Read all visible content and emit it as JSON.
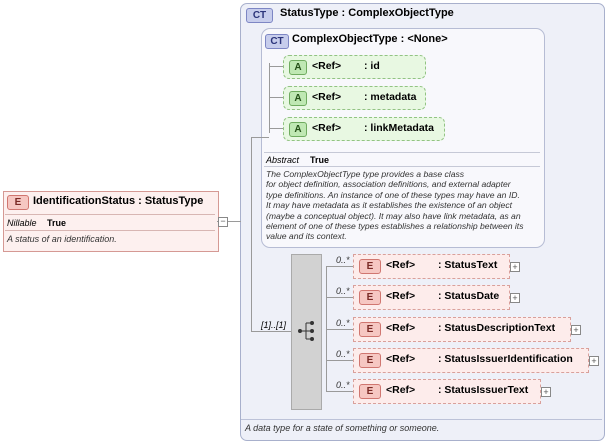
{
  "main_element": {
    "badge": "E",
    "title": "IdentificationStatus : StatusType",
    "nillable_label": "Nillable",
    "nillable_value": "True",
    "description": "A status of an identification."
  },
  "status_type": {
    "badge": "CT",
    "title": "StatusType : ComplexObjectType",
    "footer": "A data type for a state of something or someone."
  },
  "base_type": {
    "badge": "CT",
    "title": "ComplexObjectType : <None>",
    "abstract_label": "Abstract",
    "abstract_value": "True",
    "description_lines": [
      "The ComplexObjectType type provides a base class",
      "for object definition, association definitions, and external adapter",
      "type definitions. An instance of one of these types may have an ID.",
      "It may have metadata as it establishes the existence of an object",
      "(maybe a conceptual object). It may also have link metadata, as an",
      "element of one of these types establishes a relationship between its",
      "value and its context."
    ],
    "attributes": [
      {
        "badge": "A",
        "ref": "<Ref>",
        "name": ": id"
      },
      {
        "badge": "A",
        "ref": "<Ref>",
        "name": ": metadata"
      },
      {
        "badge": "A",
        "ref": "<Ref>",
        "name": ": linkMetadata"
      }
    ]
  },
  "sequence": {
    "cardinality": "[1]..[1]",
    "elements": [
      {
        "badge": "E",
        "ref": "<Ref>",
        "name": ": StatusText",
        "card": "0..*",
        "plus": "+"
      },
      {
        "badge": "E",
        "ref": "<Ref>",
        "name": ": StatusDate",
        "card": "0..*",
        "plus": "+"
      },
      {
        "badge": "E",
        "ref": "<Ref>",
        "name": ": StatusDescriptionText",
        "card": "0..*",
        "plus": "+"
      },
      {
        "badge": "E",
        "ref": "<Ref>",
        "name": ": StatusIssuerIdentification",
        "card": "0..*",
        "plus": "+"
      },
      {
        "badge": "E",
        "ref": "<Ref>",
        "name": ": StatusIssuerText",
        "card": "0..*",
        "plus": "+"
      }
    ]
  }
}
